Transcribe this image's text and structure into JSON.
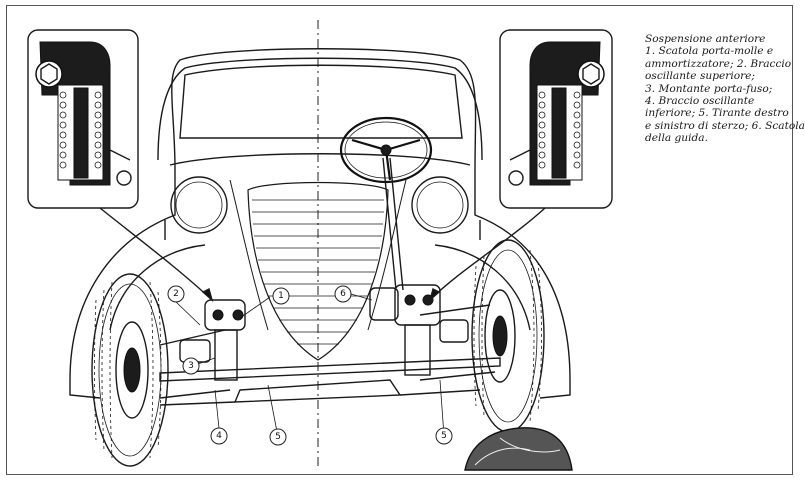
{
  "caption": {
    "title": "Sospensione anteriore",
    "lines": [
      "1. Scatola porta-molle e",
      "ammortizzatore; 2. Braccio",
      "oscillante superiore;",
      "3. Montante porta-fuso;",
      "4. Braccio oscillante",
      "inferiore; 5. Tirante destro",
      "e sinistro di sterzo; 6. Scatola",
      "della guida."
    ]
  },
  "callouts": [
    "1",
    "2",
    "3",
    "4",
    "5",
    "5",
    "6"
  ],
  "colors": {
    "ink": "#1a1a1a",
    "paper": "#ffffff",
    "detail_box": "#222222"
  }
}
